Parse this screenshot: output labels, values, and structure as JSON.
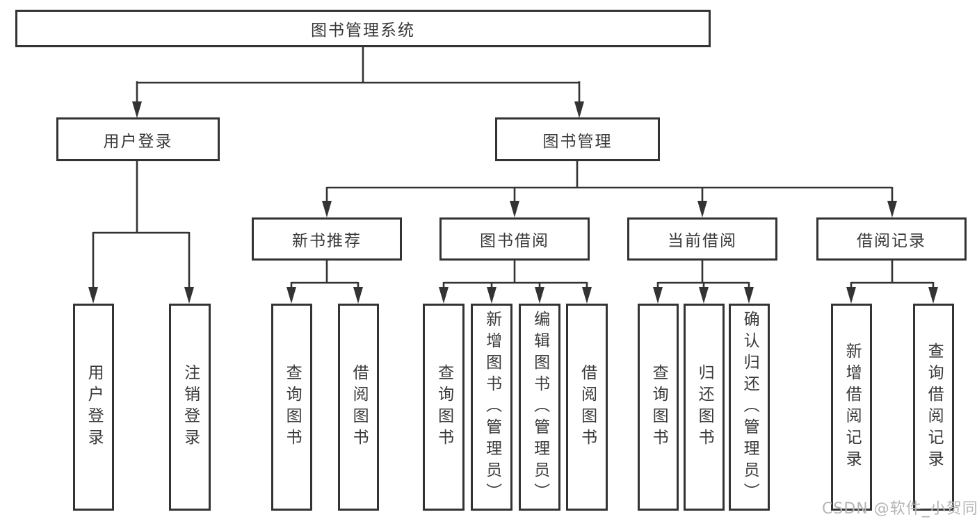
{
  "tree": {
    "root": "图书管理系统",
    "branches": [
      {
        "label": "用户登录",
        "children": [
          "用户登录",
          "注销登录"
        ]
      },
      {
        "label": "图书管理",
        "sections": [
          {
            "label": "新书推荐",
            "children": [
              "查询图书",
              "借阅图书"
            ]
          },
          {
            "label": "图书借阅",
            "children": [
              "查询图书",
              "新增图书（管理员）",
              "编辑图书（管理员）",
              "借阅图书"
            ]
          },
          {
            "label": "当前借阅",
            "children": [
              "查询图书",
              "归还图书",
              "确认归还（管理员）"
            ]
          },
          {
            "label": "借阅记录",
            "children": [
              "新增借阅记录",
              "查询借阅记录"
            ]
          }
        ]
      }
    ]
  },
  "watermark": {
    "text": "CSDN @软件_小贺同学"
  },
  "colors": {
    "line": "#333333",
    "text": "#3a3a3a",
    "background": "#ffffff",
    "watermark": "#b5b5b5"
  }
}
